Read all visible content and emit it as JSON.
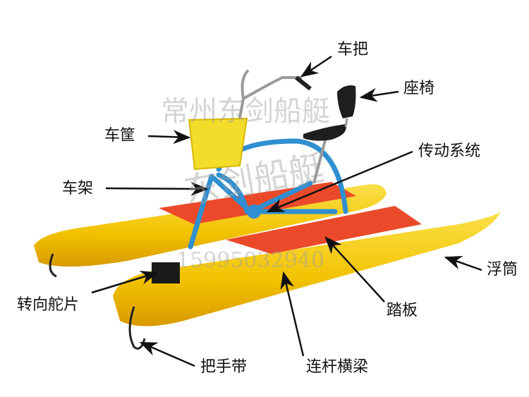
{
  "labels": {
    "handlebar": "车把",
    "seat": "座椅",
    "basket": "车筐",
    "transmission": "传动系统",
    "frame": "车架",
    "float": "浮筒",
    "rudder": "转向舵片",
    "pedal_board": "踏板",
    "handle_strap": "把手带",
    "crossbeam": "连杆横梁"
  },
  "watermark": {
    "line1": "常州东剑船艇",
    "line2": "东剑船艇",
    "phone": "15995032940"
  },
  "colors": {
    "float": "#f2c200",
    "board": "#ea4a2a",
    "frame": "#2f8fd0",
    "basket": "#f3dc2a",
    "seat": "#1e1e1e"
  }
}
